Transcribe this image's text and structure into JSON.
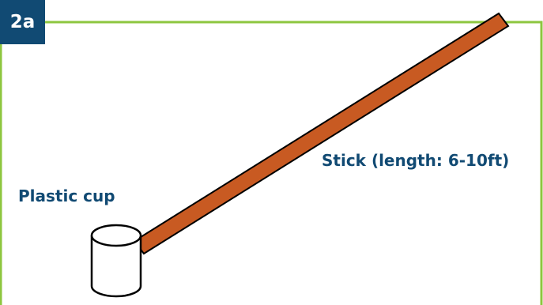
{
  "figure": {
    "badge": "2a",
    "stick_label": "Stick (length: 6-10ft)",
    "cup_label": "Plastic cup"
  },
  "colors": {
    "border": "#8dc63f",
    "badge_bg": "#114a73",
    "label_text": "#114a73",
    "stick": "#c85a22",
    "outline": "#000000"
  }
}
